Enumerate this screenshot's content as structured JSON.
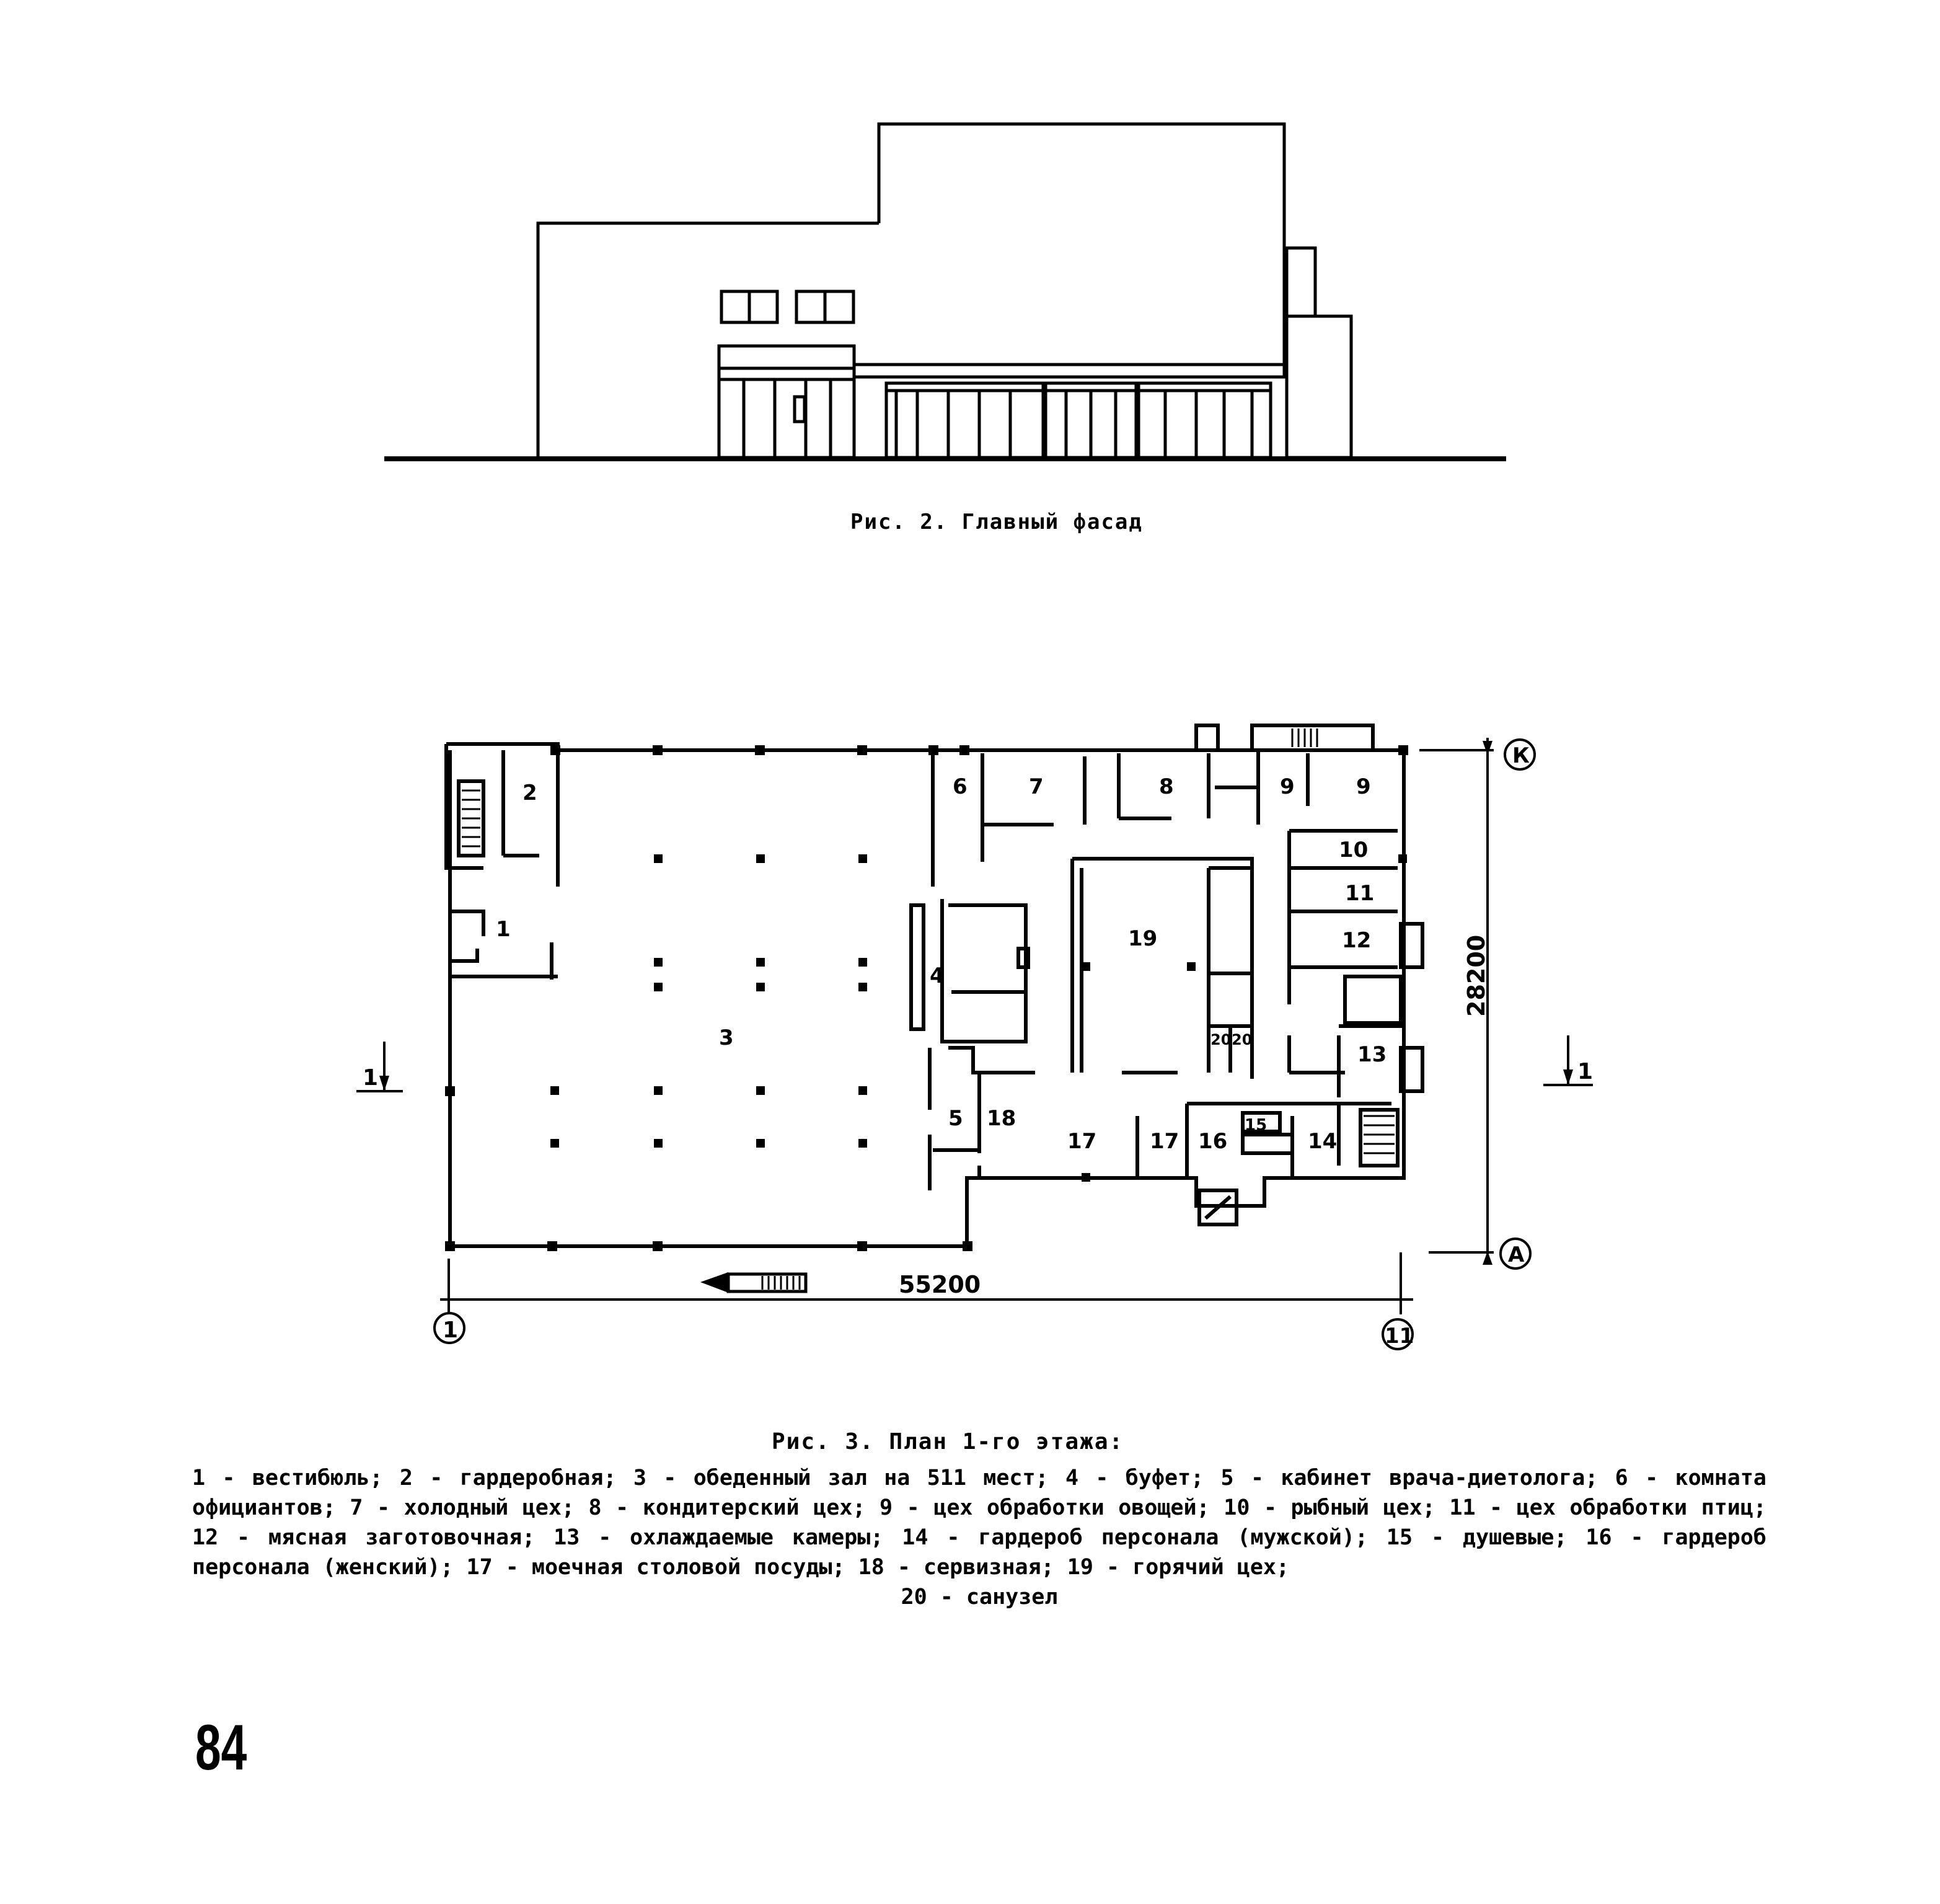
{
  "figure2": {
    "caption": "Рис. 2. Главный фасад"
  },
  "figure3": {
    "caption": "Рис. 3. План 1-го этажа:",
    "legend": "1 - вестибюль; 2 - гардеробная; 3 - обеденный зал на 511 мест; 4 - буфет; 5 - кабинет врача-диетолога; 6 - комната официантов; 7 - холодный цех; 8 - кондитерский цех; 9 - цех обработки овощей; 10 - рыбный цех; 11 - цех обработки птиц; 12 - мясная заготовочная; 13 - охлаждаемые камеры; 14 - гардероб персонала (мужской); 15 - душевые; 16 - гардероб персонала (женский); 17 - моечная столовой посуды; 18 - сервизная; 19 - горячий цех;",
    "legend_tail": "20 - санузел",
    "dimensions": {
      "width": "55200",
      "depth": "28200"
    },
    "axes": {
      "left": "1",
      "right": "11",
      "top": "К",
      "bottom": "А"
    },
    "section_marks": [
      "1",
      "1"
    ],
    "rooms": {
      "r1": "1",
      "r2": "2",
      "r3": "3",
      "r4": "4",
      "r5": "5",
      "r6": "6",
      "r7": "7",
      "r8": "8",
      "r9a": "9",
      "r9b": "9",
      "r10": "10",
      "r11": "11",
      "r12": "12",
      "r13": "13",
      "r14": "14",
      "r15": "15",
      "r16": "16",
      "r17a": "17",
      "r17b": "17",
      "r18": "18",
      "r19": "19",
      "r20a": "20",
      "r20b": "20"
    }
  },
  "page_number": "84"
}
